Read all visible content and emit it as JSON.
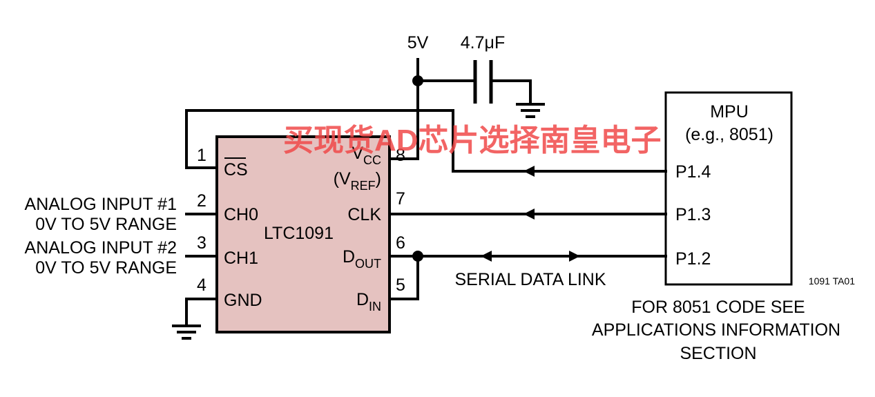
{
  "supply": {
    "voltage": "5V",
    "capacitor": "4.7μF"
  },
  "ic": {
    "name": "LTC1091",
    "fill": "#e5c2c0",
    "pins": {
      "cs": {
        "num": "1",
        "label": "CS"
      },
      "ch0": {
        "num": "2",
        "label": "CH0"
      },
      "ch1": {
        "num": "3",
        "label": "CH1"
      },
      "gnd": {
        "num": "4",
        "label": "GND"
      },
      "din": {
        "num": "5",
        "label_main": "D",
        "label_sub": "IN"
      },
      "dout": {
        "num": "6",
        "label_main": "D",
        "label_sub": "OUT"
      },
      "clk": {
        "num": "7",
        "label": "CLK"
      },
      "vcc": {
        "num": "8",
        "label_main": "V",
        "label_sub": "CC",
        "vref_open": "(V",
        "vref_sub": "REF",
        "vref_close": ")"
      }
    }
  },
  "inputs": {
    "in1": {
      "line1": "ANALOG INPUT #1",
      "line2": "0V TO 5V RANGE"
    },
    "in2": {
      "line1": "ANALOG INPUT #2",
      "line2": "0V TO 5V RANGE"
    }
  },
  "mpu": {
    "title": "MPU",
    "subtitle": "(e.g., 8051)",
    "ports": {
      "p14": "P1.4",
      "p13": "P1.3",
      "p12": "P1.2"
    }
  },
  "serial_link": "SERIAL DATA LINK",
  "figure_code": "1091 TA01",
  "note": {
    "line1": "FOR 8051 CODE SEE",
    "line2": "APPLICATIONS INFORMATION",
    "line3": "SECTION"
  },
  "watermark": "买现货AD芯片选择南皇电子"
}
